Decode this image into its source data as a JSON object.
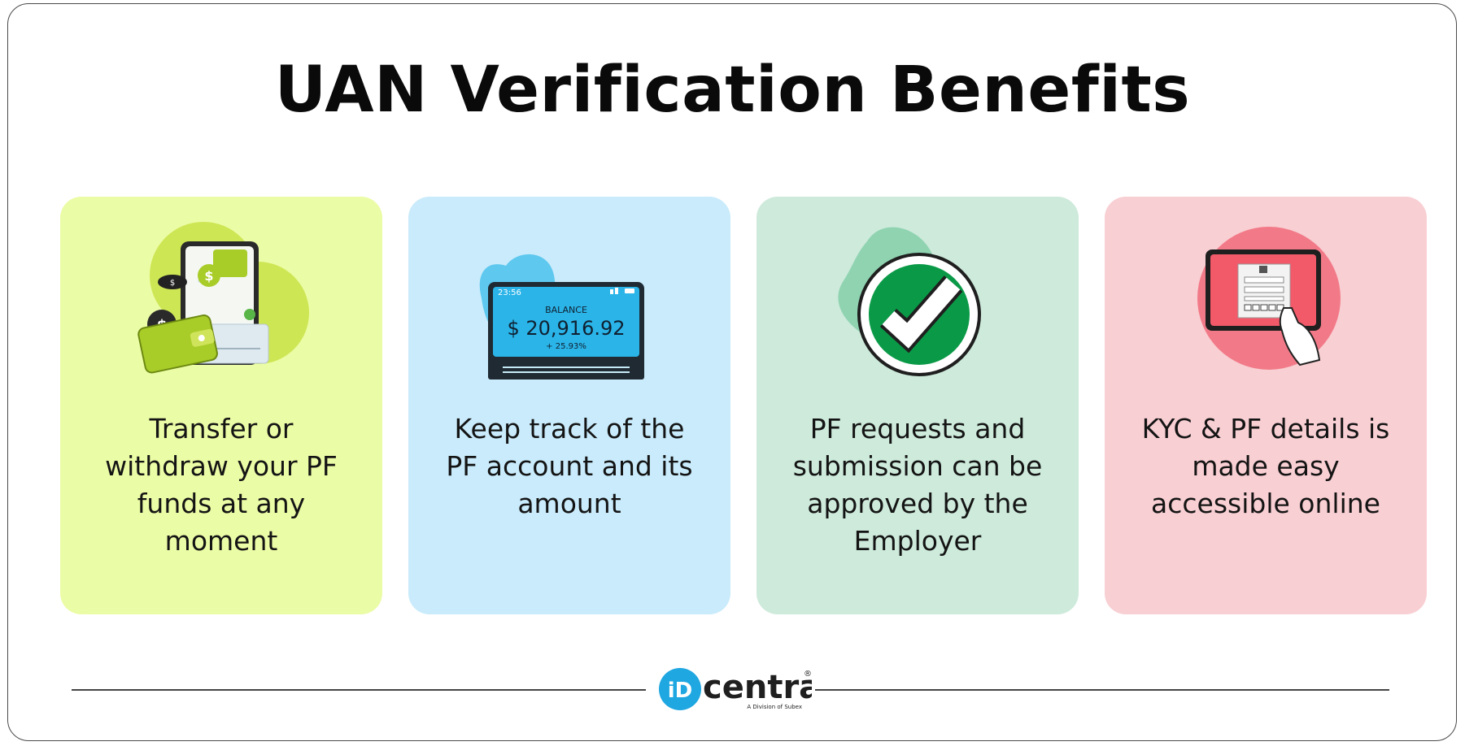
{
  "title": "UAN Verification Benefits",
  "cards": [
    {
      "text": "Transfer or withdraw your PF funds at any moment",
      "color": "#ebfca6",
      "icon": "wallet-phone-icon"
    },
    {
      "text": "Keep track of the PF account and its amount",
      "color": "#c9ebfb",
      "icon": "laptop-balance-icon"
    },
    {
      "text": "PF requests and submission can be approved by the Employer",
      "color": "#cdeadb",
      "icon": "checkmark-icon"
    },
    {
      "text": "KYC & PF details is made easy accessible online",
      "color": "#f8cfd3",
      "icon": "tablet-login-icon"
    }
  ],
  "balance": {
    "time": "23:56",
    "label": "BALANCE",
    "amount": "$ 20,916.92",
    "change": "+ 25.93%"
  },
  "logo": {
    "brand_prefix": "iD",
    "brand_name": "central",
    "registered": "®",
    "tagline": "A Division of Subex"
  },
  "colors": {
    "title": "#0a0a0a",
    "logo_blue": "#1fa7e1",
    "check_green": "#0a9a47"
  }
}
